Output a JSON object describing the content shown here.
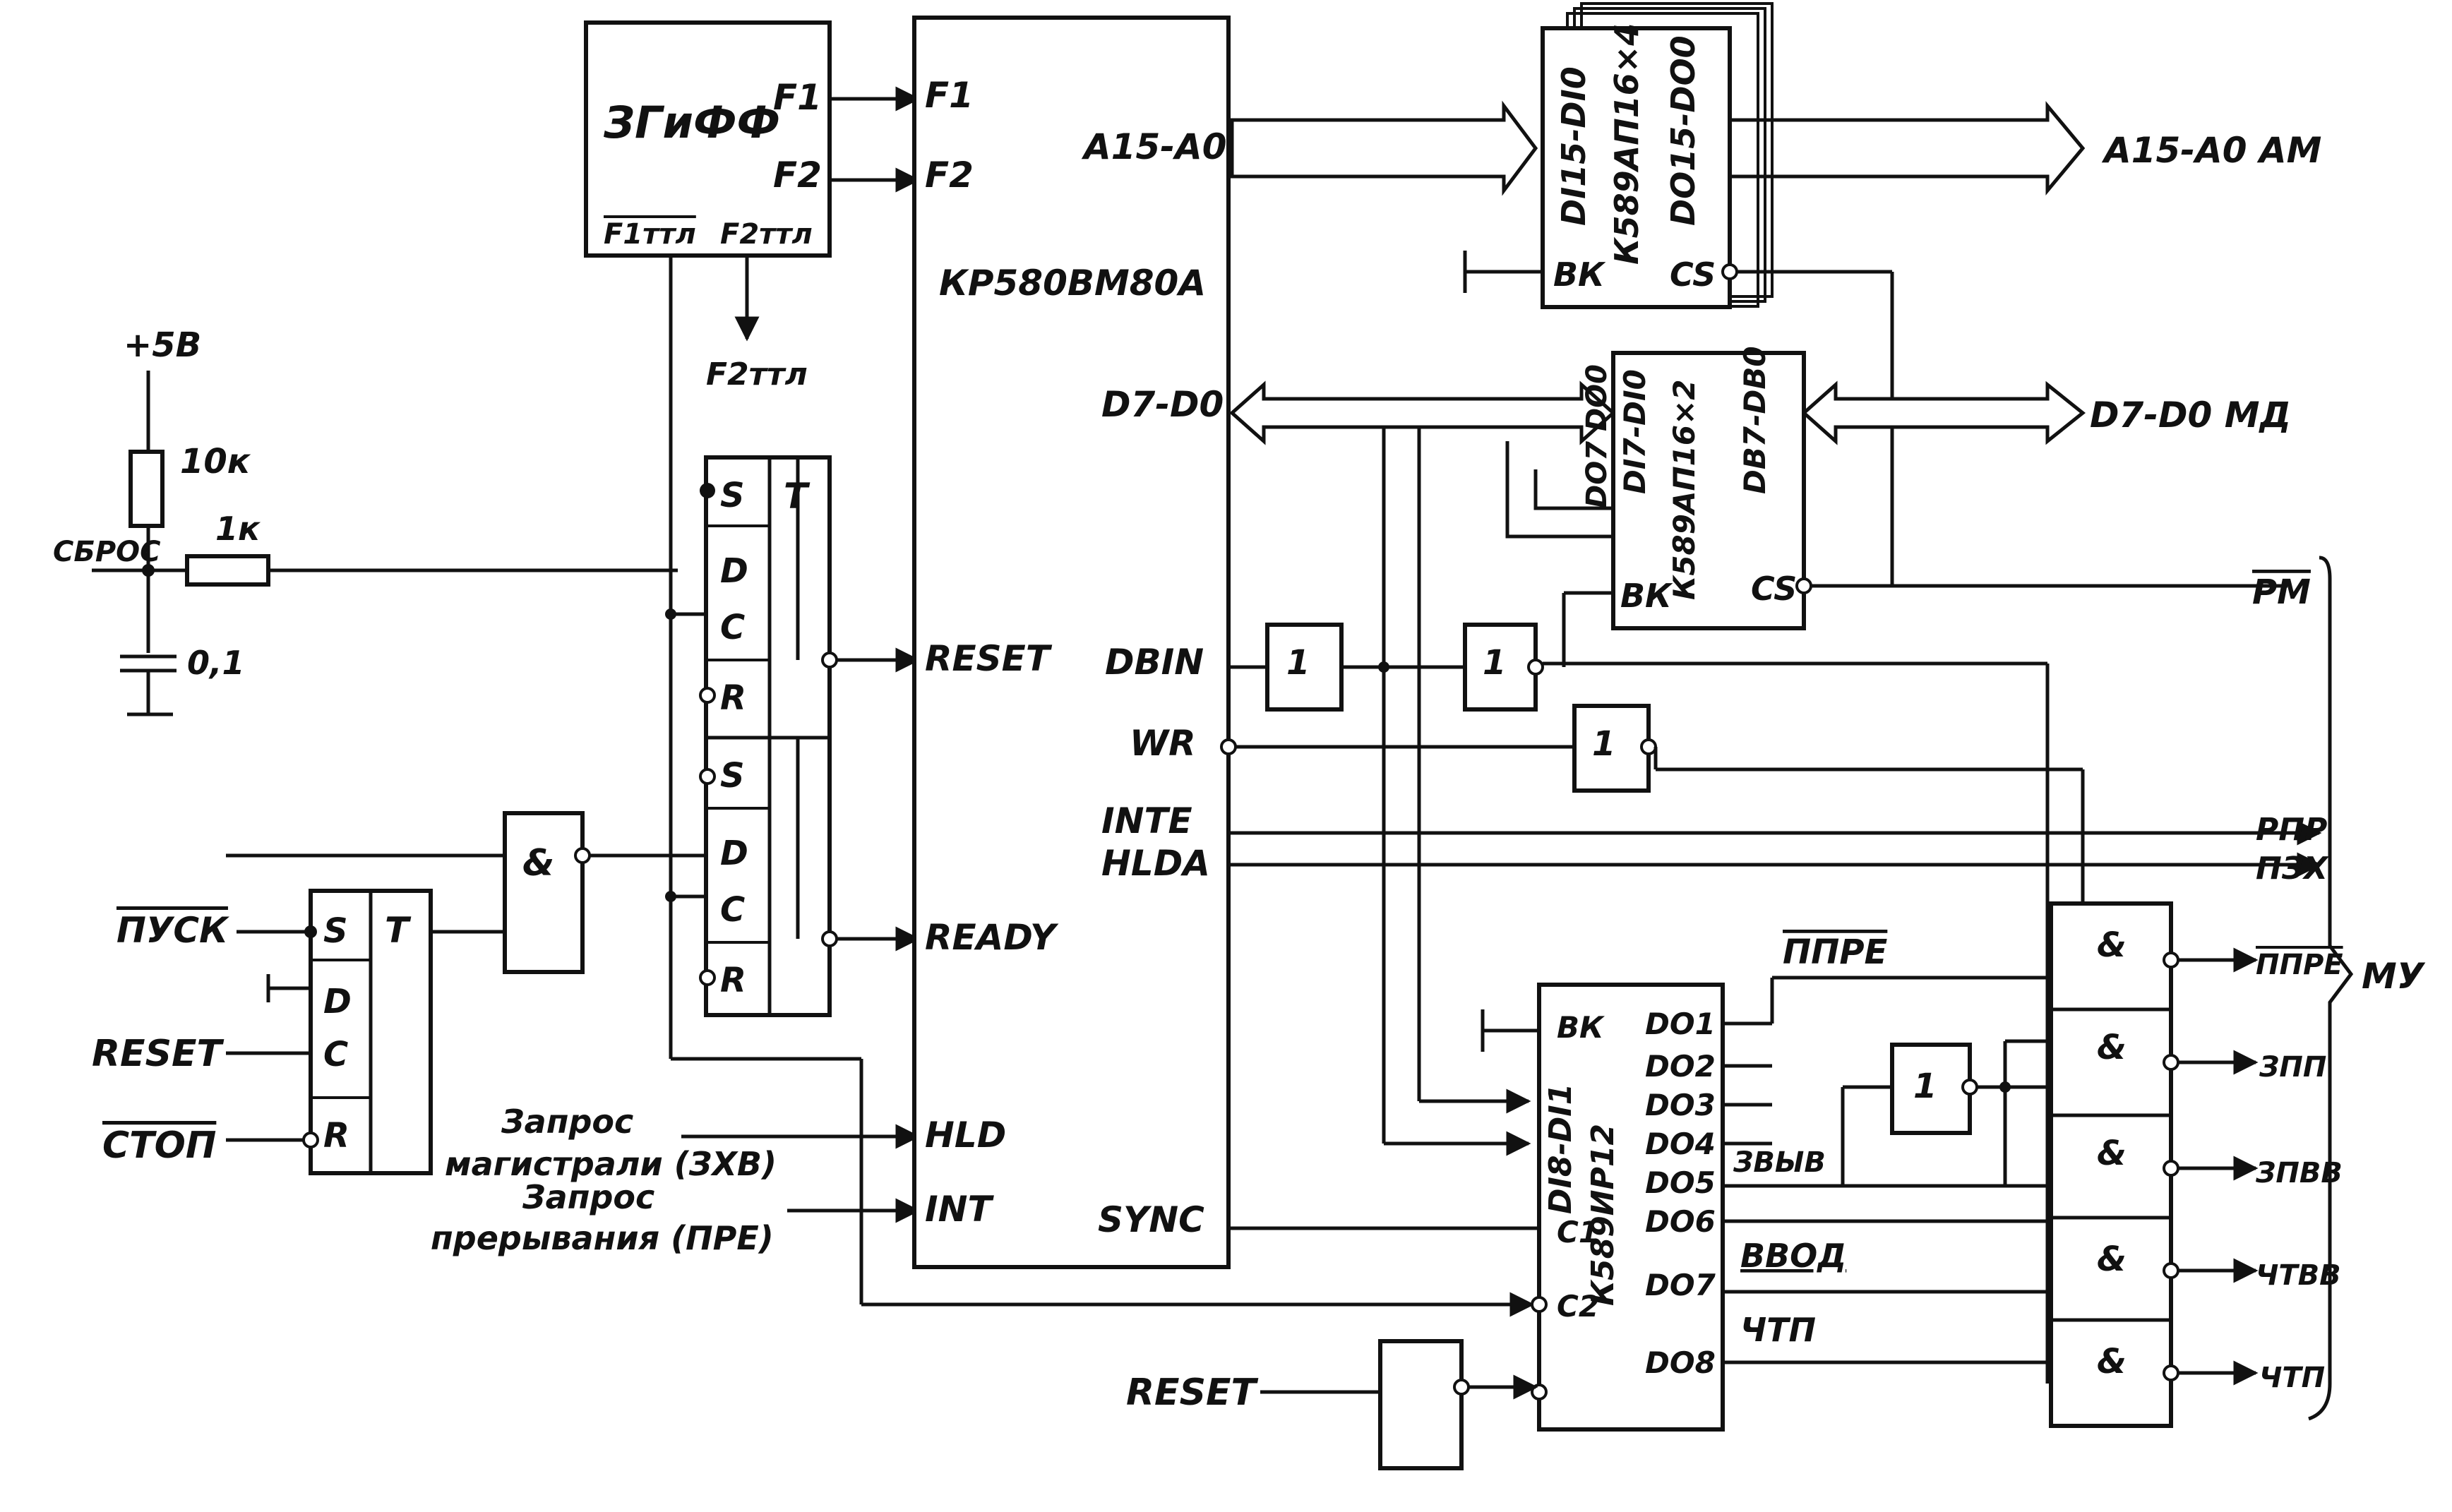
{
  "cpu": {
    "name": "КР580ВМ80А",
    "pins_left": [
      "F1",
      "F2",
      "RESET",
      "READY",
      "HLD",
      "INT"
    ],
    "pins_right": [
      "A15-A0",
      "D7-D0",
      "DBIN",
      "WR",
      "INTE",
      "HLDA",
      "SYNC"
    ]
  },
  "clock_gen": {
    "name": "ЗГиФФ",
    "out_f1": "F1",
    "out_f2": "F2",
    "out_f1ttl": "F1ттл",
    "out_f2ttl": "F2ттл",
    "f2ttl_label": "F2ттл"
  },
  "power": {
    "vcc": "+5В",
    "r1": "10к",
    "r2": "1к",
    "c1": "0,1",
    "reset_label": "СБРОС"
  },
  "dual_trigger": {
    "pins": [
      "S",
      "D",
      "C",
      "R",
      "S",
      "D",
      "C",
      "R"
    ],
    "t": "T"
  },
  "start_trigger": {
    "pins": [
      "S",
      "D",
      "C",
      "R"
    ],
    "t": "T"
  },
  "and_gate": "&",
  "inputs": {
    "start": "ПУСК",
    "reset": "RESET",
    "stop": "СТОП",
    "bus_request_1": "Запрос",
    "bus_request_2": "магистрали (ЗХВ)",
    "int_request_1": "Запрос",
    "int_request_2": "прерывания (ПРЕ)",
    "reset2": "RESET"
  },
  "addr_buffer": {
    "left": "DI15-DI0",
    "mid": "К589АП16×4",
    "right": "DO15-DO0",
    "oe": "ВК",
    "cs": "CS",
    "out_label": "A15-A0 AM"
  },
  "data_buffer": {
    "left1": "DO7 DO0",
    "left2": "DI7-DI0",
    "mid": "К589АП16×2",
    "right": "DB7-DB0",
    "oe": "ВК",
    "cs": "CS",
    "out_label": "D7-D0 МД"
  },
  "status_reg": {
    "left1": "DI8-DI1",
    "mid": "К589ИР12",
    "pins_right": [
      "DO1",
      "DO2",
      "DO3",
      "DO4",
      "DO5",
      "DO6",
      "DO7",
      "DO8"
    ],
    "left_pins": [
      "ВК",
      "С1",
      "С2"
    ]
  },
  "inverter": "1",
  "signals": {
    "ppre": "ППРЕ",
    "zvyv": "ЗВЫВ",
    "vvod": "ВВОД",
    "chtp": "ЧТП",
    "pm": "РМ",
    "rpr": "РПР",
    "pzx": "ПЗХ",
    "mu": "МУ",
    "out_ppre": "ППРЕ",
    "out_zpp": "ЗПП",
    "out_zpvv": "ЗПВВ",
    "out_chtvv": "ЧТВВ",
    "out_chtp": "ЧТП"
  }
}
